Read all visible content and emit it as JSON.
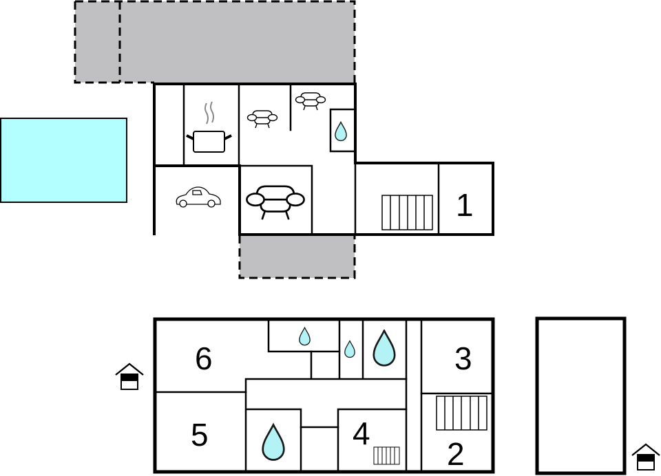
{
  "floorplan": {
    "ground_floor": {
      "rooms": [
        {
          "id": "bedroom-1",
          "label": "1"
        }
      ],
      "icons": [
        "kitchen-pot-icon",
        "armchair-icon",
        "armchair-icon",
        "sofa-icon",
        "car-icon",
        "water-drop-icon",
        "radiator-icon"
      ],
      "pool": {
        "color": "#b3ffff"
      },
      "terrace": {
        "color": "#c0c0c2"
      }
    },
    "upper_floor": {
      "rooms": [
        {
          "id": "bedroom-2",
          "label": "2"
        },
        {
          "id": "bedroom-3",
          "label": "3"
        },
        {
          "id": "bedroom-4",
          "label": "4"
        },
        {
          "id": "bedroom-5",
          "label": "5"
        },
        {
          "id": "bedroom-6",
          "label": "6"
        }
      ]
    },
    "colors": {
      "wall": "#000000",
      "water": "#b3f3f6",
      "terrace": "#c0c0c2",
      "pool": "#b3ffff"
    }
  }
}
